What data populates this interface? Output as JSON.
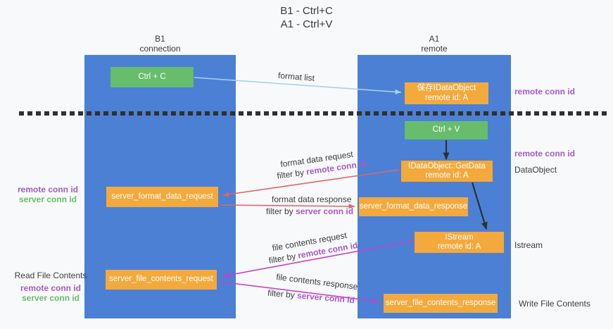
{
  "title": {
    "line1": "B1 - Ctrl+C",
    "line2": "A1 - Ctrl+V"
  },
  "lanes": {
    "left": {
      "name": "B1",
      "type": "connection"
    },
    "right": {
      "name": "A1",
      "type": "remote"
    }
  },
  "nodes": {
    "ctrl_c": {
      "label": "Ctrl + C"
    },
    "save_dataobject": {
      "line1": "保存IDataObject",
      "line2": "remote id: A"
    },
    "ctrl_v": {
      "label": "Ctrl + V"
    },
    "getdata": {
      "line1": "IDataObject::GetData",
      "line2": "remote id: A"
    },
    "format_request": {
      "label": "server_format_data_request"
    },
    "format_response": {
      "label": "server_format_data_response"
    },
    "istream": {
      "line1": "IStream",
      "line2": "remote id: A"
    },
    "file_request": {
      "label": "server_file_contents_request"
    },
    "file_response": {
      "label": "server_file_contents_response"
    }
  },
  "edges": {
    "format_list": {
      "label": "format list"
    },
    "format_data_request": {
      "label": "format data request",
      "filter_prefix": "filter by ",
      "filter_key": "remote conn id"
    },
    "format_data_response": {
      "label": "format data response",
      "filter_prefix": "filter by ",
      "filter_key": "server conn id"
    },
    "file_contents_request": {
      "label": "file contents request",
      "filter_prefix": "filter by ",
      "filter_key": "remote conn id"
    },
    "file_contents_response": {
      "label": "file contents response",
      "filter_prefix": "filter by ",
      "filter_key": "server conn id"
    }
  },
  "annotations": {
    "right_remote_conn_top": "remote conn id",
    "right_remote_conn_mid": "remote conn id",
    "dataobject": "DataObject",
    "istream": "Istream",
    "write_file": "Write File Contents",
    "left_remote_conn_top": "remote conn id",
    "left_server_conn_top": "server conn id",
    "read_file": "Read File Contents",
    "left_remote_conn_bottom": "remote conn id",
    "left_server_conn_bottom": "server conn id"
  },
  "colors": {
    "lane": "#4b80d5",
    "green_node": "#67bd6b",
    "orange_node": "#f4a93c",
    "purple_text": "#a45bc8",
    "green_text": "#67bd6b",
    "red_arrow": "#e06666",
    "magenta_arrow": "#c840c8",
    "blue_arrow": "#a8d0ee",
    "black_arrow": "#303030"
  }
}
